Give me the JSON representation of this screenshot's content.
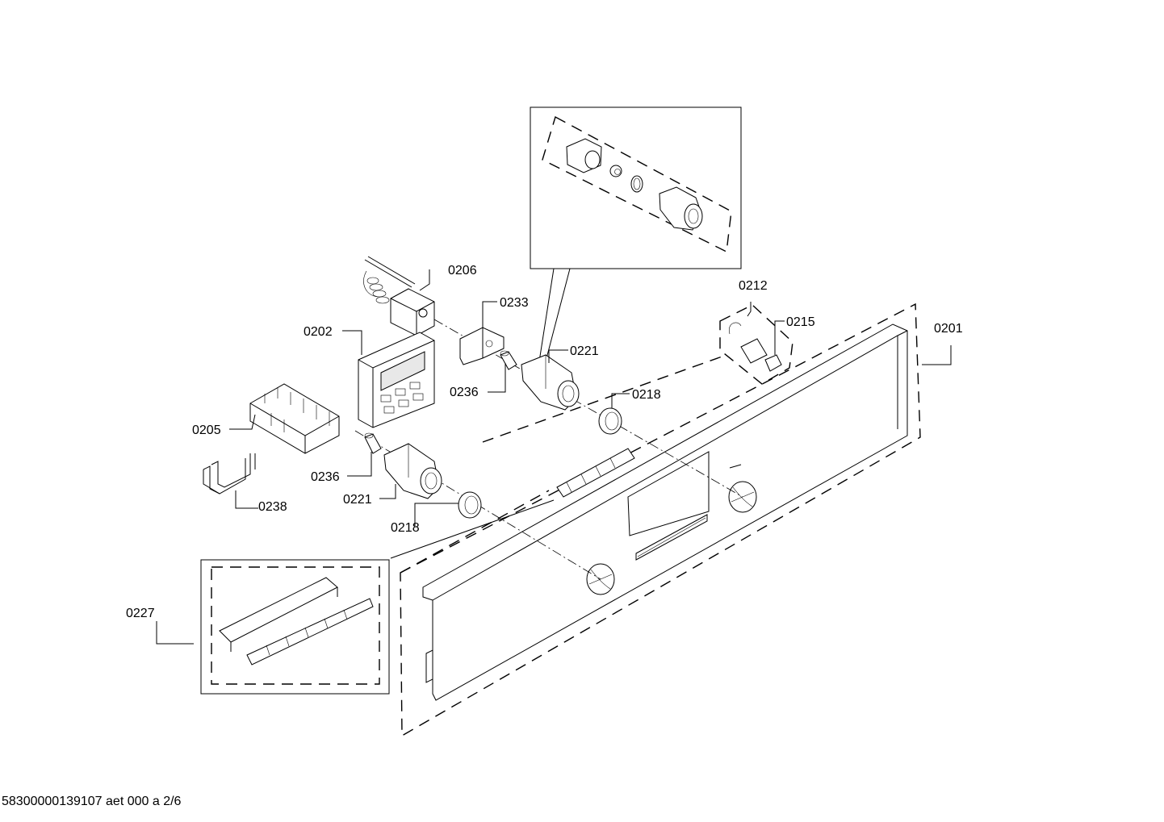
{
  "diagram": {
    "labels": {
      "p0201": "0201",
      "p0202": "0202",
      "p0205": "0205",
      "p0206": "0206",
      "p0212": "0212",
      "p0215": "0215",
      "p0218a": "0218",
      "p0218b": "0218",
      "p0221a": "0221",
      "p0221b": "0221",
      "p0227": "0227",
      "p0233": "0233",
      "p0236a": "0236",
      "p0236b": "0236",
      "p0238": "0238"
    },
    "footer": "58300000139107 aet 000 a 2/6"
  }
}
